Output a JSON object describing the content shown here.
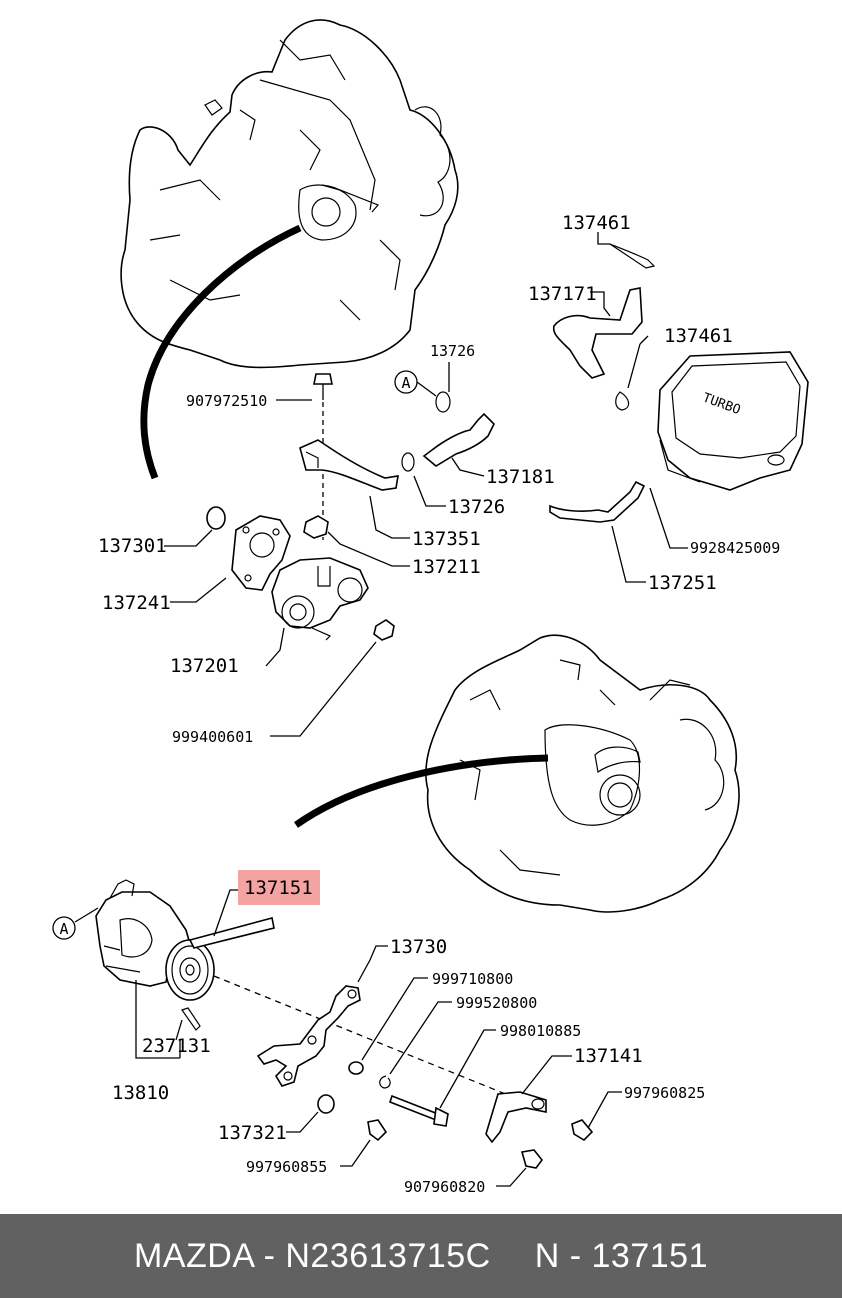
{
  "diagram": {
    "callouts": {
      "a_top": "A",
      "a_bottom": "A"
    },
    "labels": {
      "p137461_top": "137461",
      "p137171": "137171",
      "p137461_mid": "137461",
      "p13726_top": "13726",
      "p907972510": "907972510",
      "p137181": "137181",
      "p13726_bottom": "13726",
      "p137301": "137301",
      "p137351": "137351",
      "p9928425009": "9928425009",
      "p137211": "137211",
      "p137241": "137241",
      "p137251": "137251",
      "p137201": "137201",
      "p999400601": "999400601",
      "p137151": "137151",
      "p13730": "13730",
      "p999710800": "999710800",
      "p999520800": "999520800",
      "p998010885": "998010885",
      "p237131": "237131",
      "p137141": "137141",
      "p13810": "13810",
      "p997960825": "997960825",
      "p137321": "137321",
      "p997960855": "997960855",
      "p907960820": "907960820"
    },
    "highlight_color": "#f4a3a3",
    "turbo_box_text": "TURBO"
  },
  "footer": {
    "brand_part": "MAZDA - N23613715C",
    "ref": "N - 137151"
  }
}
